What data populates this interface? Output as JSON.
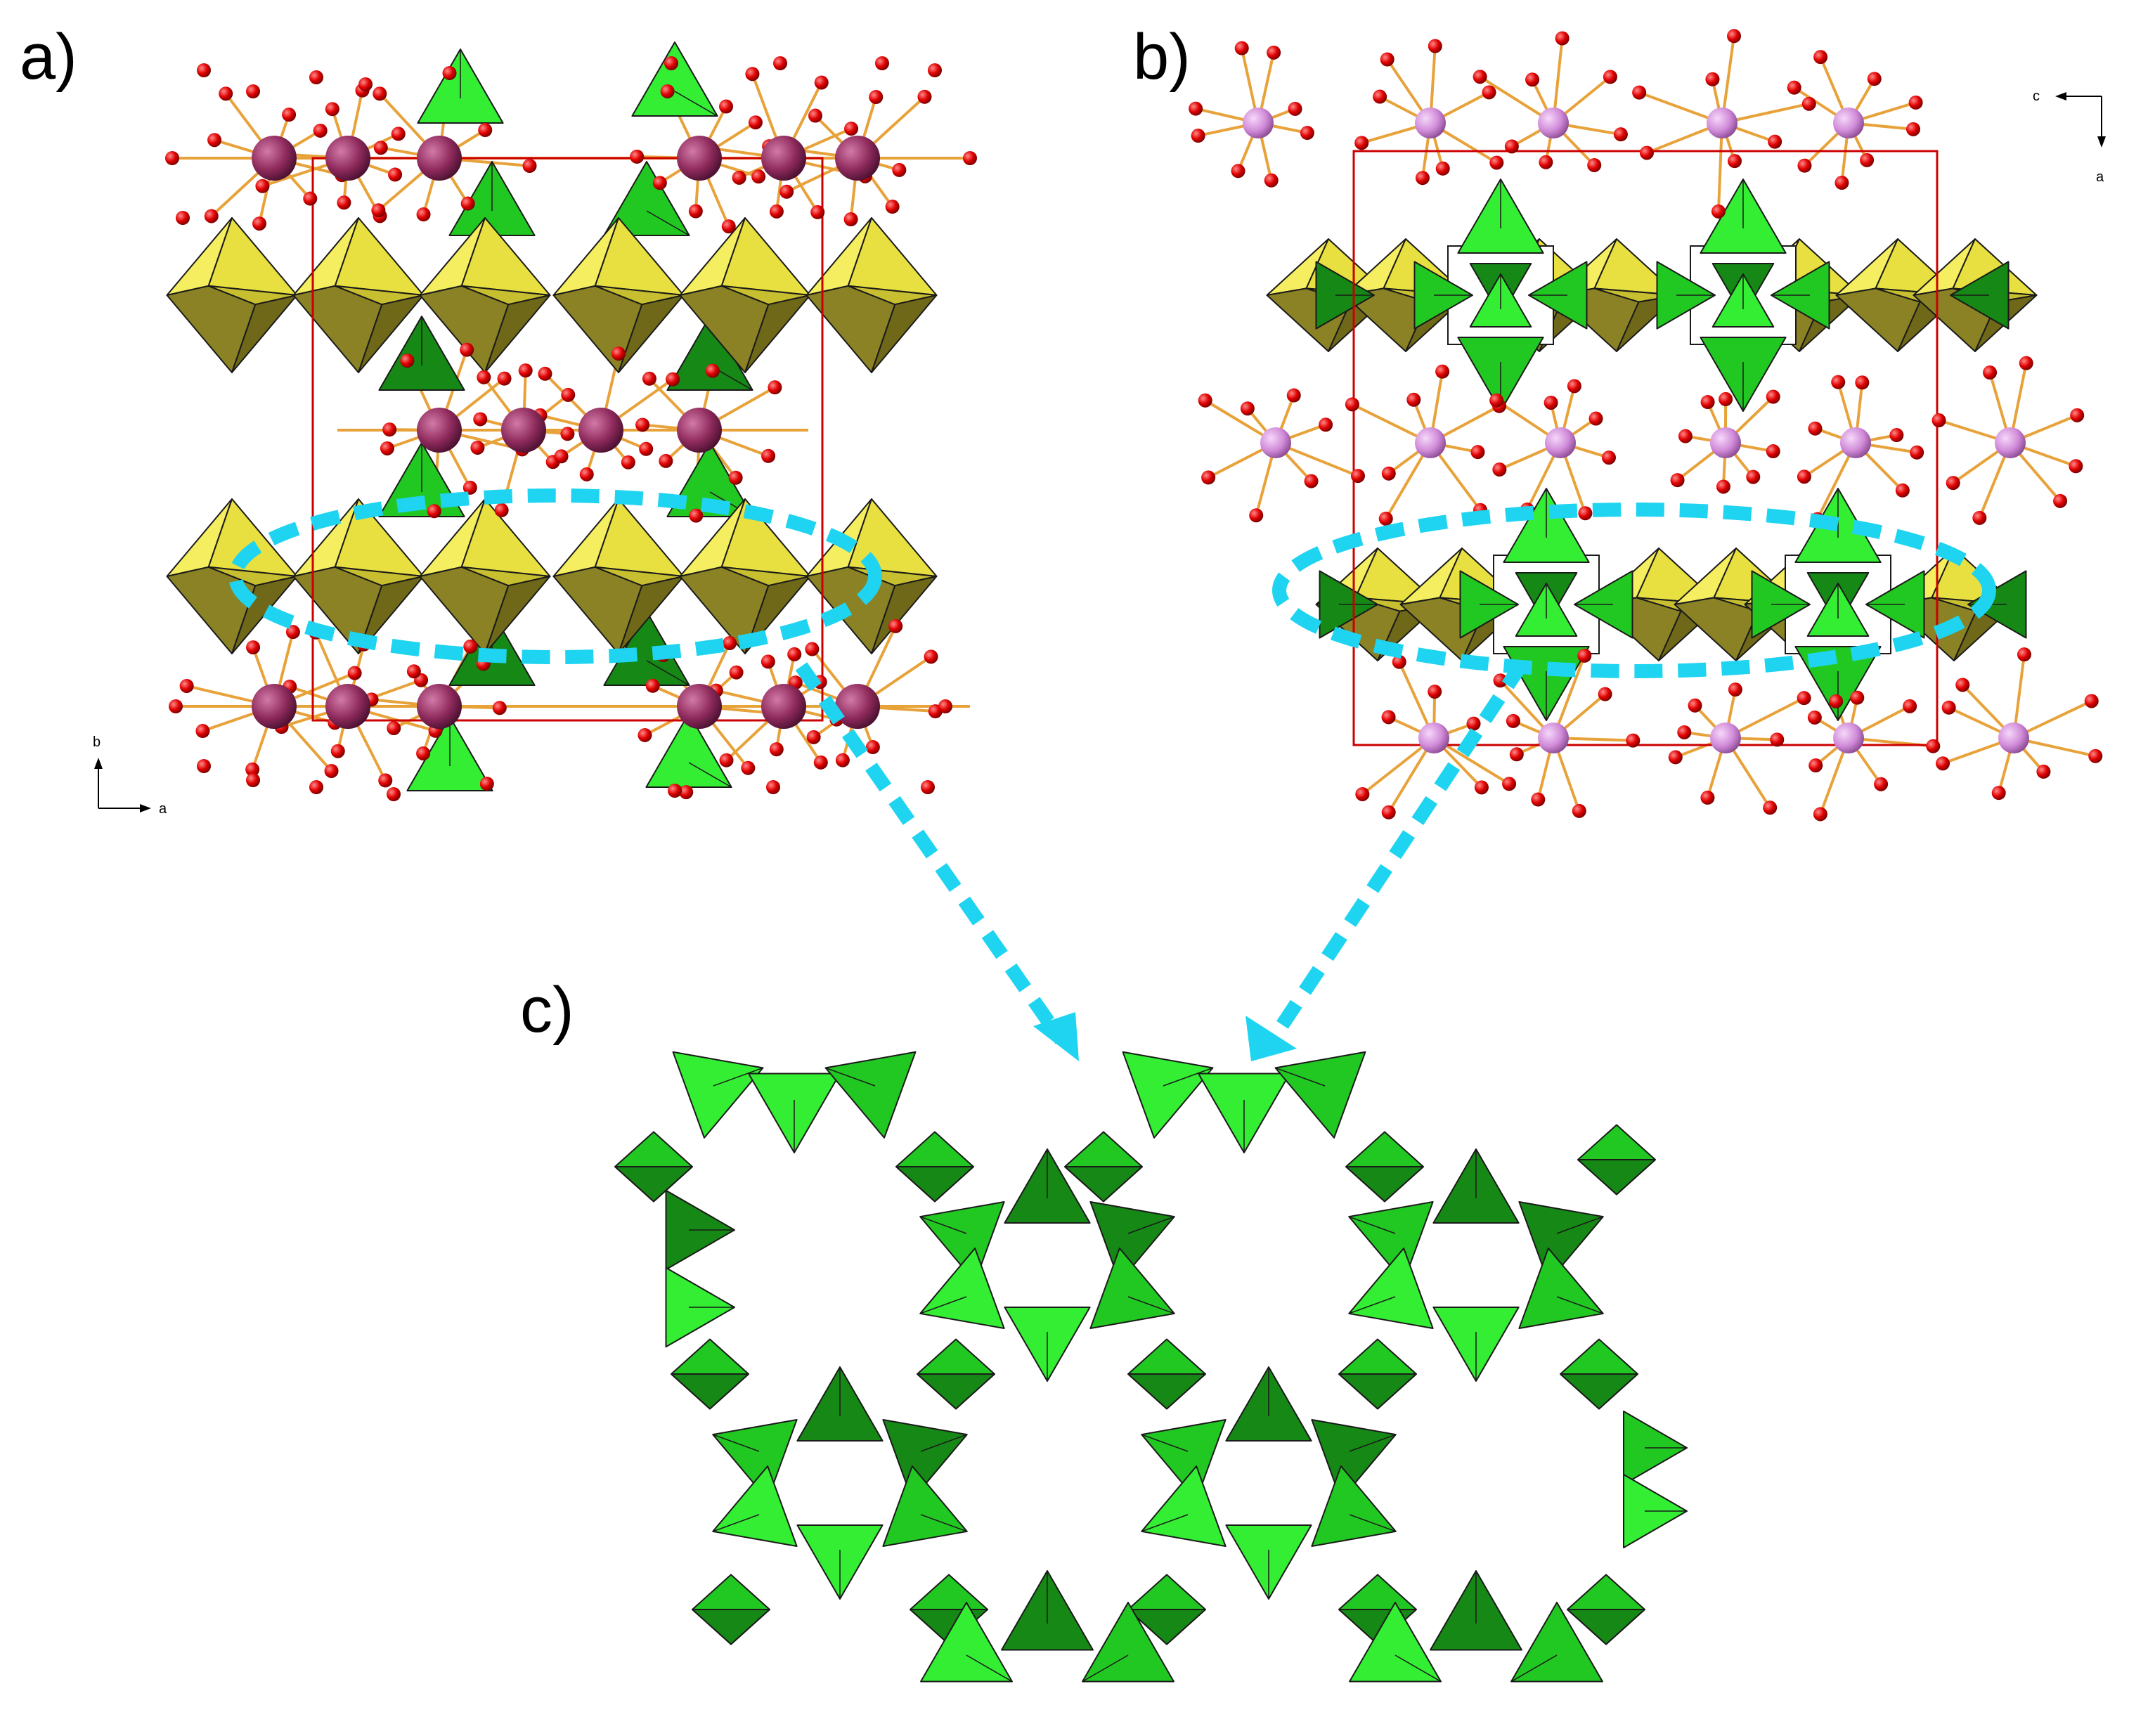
{
  "panels": {
    "a": {
      "label": "a)",
      "axis_vertical": "b",
      "axis_horizontal": "a"
    },
    "b": {
      "label": "b)",
      "axis_vertical": "a",
      "axis_horizontal": "c"
    },
    "c": {
      "label": "c)"
    }
  },
  "colors": {
    "yellow_octahedron": "#e8e040",
    "yellow_shade": "#8a8224",
    "green_light": "#33ee33",
    "green_mid": "#22c822",
    "green_dark": "#158815",
    "oxygen_red": "#e10000",
    "cation_purple": "#8e2a5c",
    "cation_lilac": "#d08ad8",
    "bond_orange": "#e8a23a",
    "cell_red": "#cc0000",
    "arrow_cyan": "#1fd4f0"
  },
  "legend_icons": [
    "axis-triad-icon",
    "dotted-arrow-icon"
  ]
}
